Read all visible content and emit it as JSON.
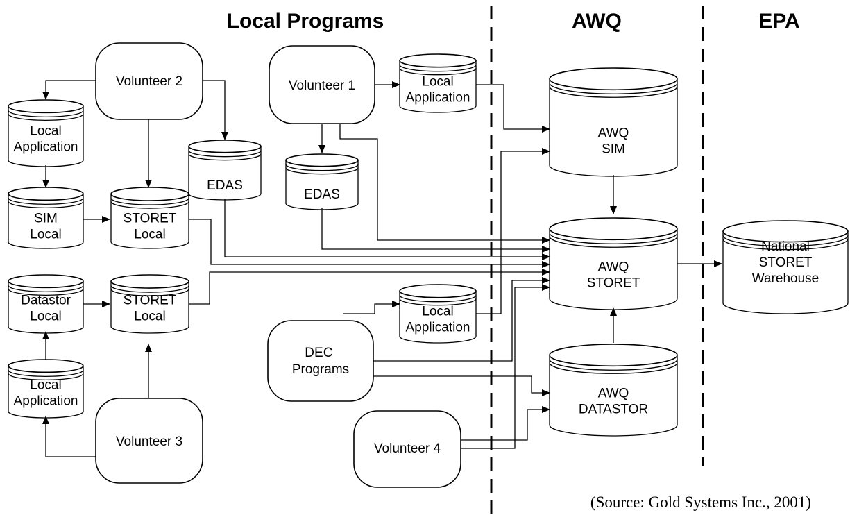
{
  "sections": {
    "local": "Local Programs",
    "awq": "AWQ",
    "epa": "EPA"
  },
  "source": "(Source: Gold Systems Inc., 2001)",
  "nodes": {
    "volunteer_1": "Volunteer 1",
    "volunteer_2": "Volunteer 2",
    "volunteer_3": "Volunteer 3",
    "volunteer_4": "Volunteer 4",
    "dec_programs": [
      "DEC",
      "Programs"
    ],
    "local_app_v1": [
      "Local",
      "Application"
    ],
    "local_app_v2": [
      "Local",
      "Application"
    ],
    "local_app_v3": [
      "Local",
      "Application"
    ],
    "local_app_dec": [
      "Local",
      "Application"
    ],
    "edas_v1": "EDAS",
    "edas_v2": "EDAS",
    "sim_local": [
      "SIM",
      "Local"
    ],
    "storet_local_v2": [
      "STORET",
      "Local"
    ],
    "datastor_local": [
      "Datastor",
      "Local"
    ],
    "storet_local_v3": [
      "STORET",
      "Local"
    ],
    "awq_sim": [
      "AWQ",
      "SIM"
    ],
    "awq_storet": [
      "AWQ",
      "STORET"
    ],
    "awq_datastor": [
      "AWQ",
      "DATASTOR"
    ],
    "national_storet": [
      "National",
      "STORET",
      "Warehouse"
    ]
  }
}
